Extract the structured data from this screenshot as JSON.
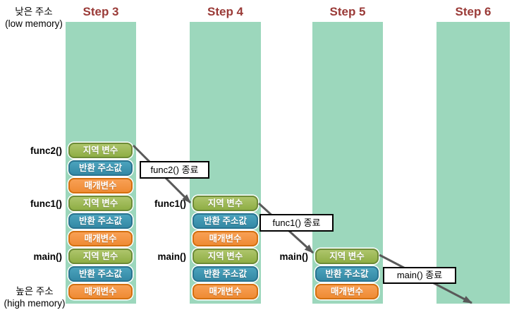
{
  "headers": {
    "step3": "Step 3",
    "step4": "Step 4",
    "step5": "Step 5",
    "step6": "Step 6"
  },
  "memory_labels": {
    "low_line1": "낮은 주소",
    "low_line2": "(low memory)",
    "high_line1": "높은 주소",
    "high_line2": "(high memory)"
  },
  "frame_labels": {
    "func2": "func2()",
    "func1": "func1()",
    "main": "main()"
  },
  "box_labels": {
    "local_var": "지역 변수",
    "return_addr": "반환 주소값",
    "param": "매개변수"
  },
  "callouts": {
    "func2_end": "func2() 종료",
    "func1_end": "func1() 종료",
    "main_end": "main() 종료"
  },
  "colors": {
    "column_bg": "#9cd7bc",
    "header_text": "#9a3a37",
    "local_fill": "#9bbb59",
    "local_border": "#6d8c37",
    "return_fill": "#4099b5",
    "return_border": "#2a7490",
    "param_fill": "#f79646",
    "param_border": "#d4700f",
    "arrow": "#595959",
    "callout_border": "#000000"
  }
}
